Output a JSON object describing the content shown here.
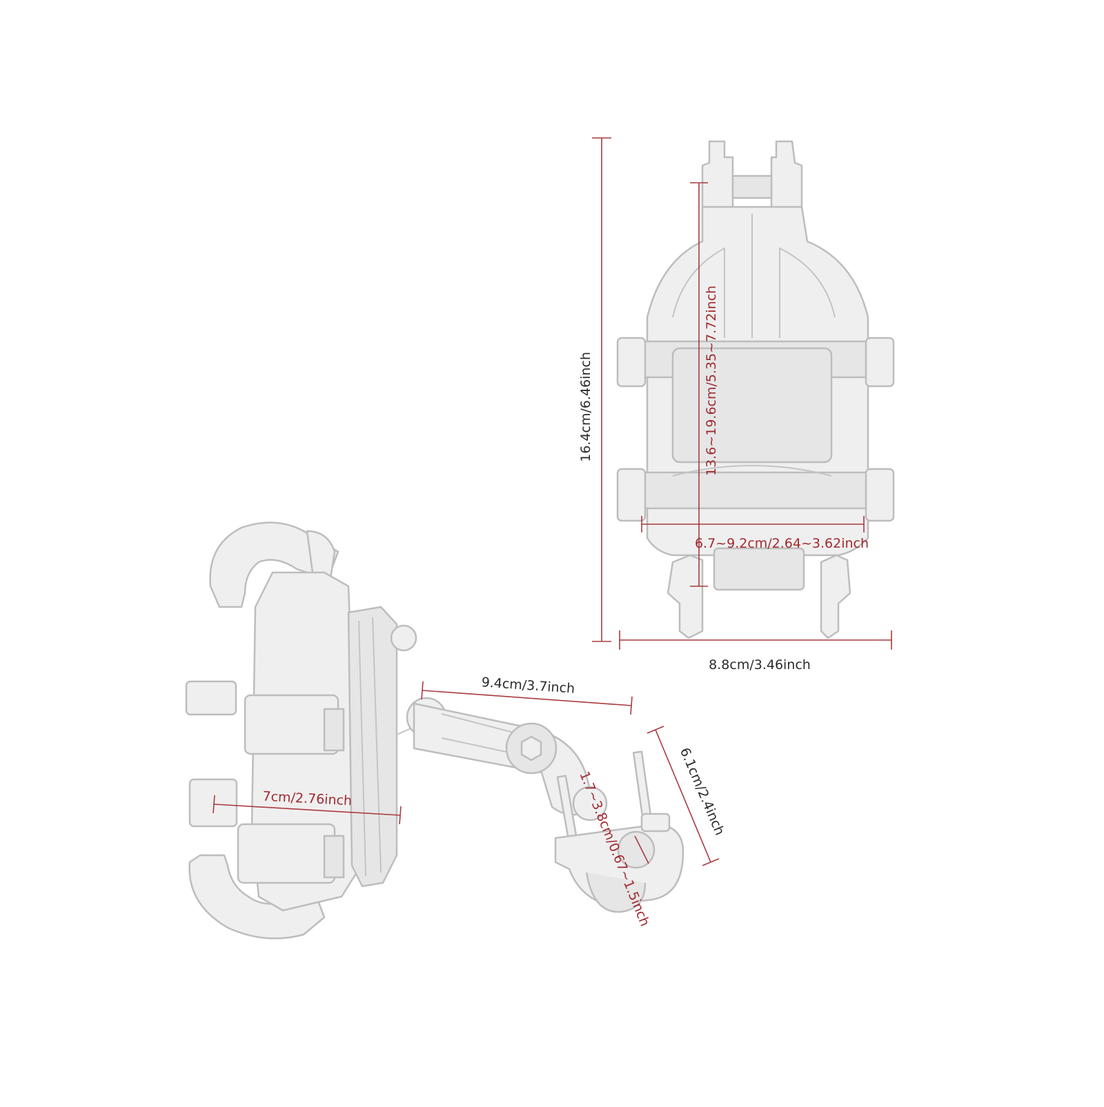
{
  "colors": {
    "dimension_line": "#a93a3f",
    "dimension_text_red": "#a02a30",
    "dimension_text_dark": "#2b2b2b",
    "part_fill": "#efefef",
    "part_stroke": "#bdbdbd"
  },
  "dimensions": {
    "overall_height": "16.4cm/6.46inch",
    "clamp_height_range": "13.6~19.6cm/5.35~7.72inch",
    "clamp_width_range": "6.7~9.2cm/2.64~3.62inch",
    "overall_width": "8.8cm/3.46inch",
    "arm_length": "9.4cm/3.7inch",
    "bracket_depth": "7cm/2.76inch",
    "clamp_height": "6.1cm/2.4inch",
    "bar_diameter_range": "1.7~3.8cm/0.67~1.5inch"
  }
}
